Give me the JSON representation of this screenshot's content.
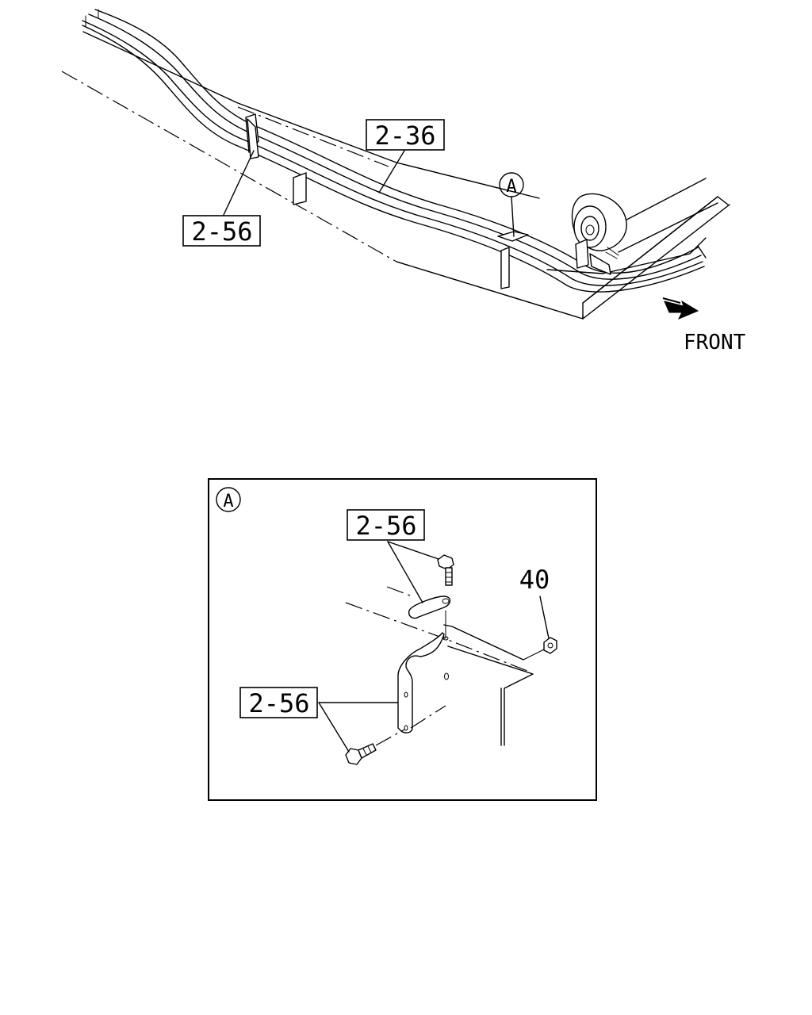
{
  "callouts": {
    "top_pipe": "2-36",
    "top_clip": "2-56",
    "circle_a": "A",
    "front": "FRONT"
  },
  "detail": {
    "circle_a": "A",
    "upper_callout": "2-56",
    "lower_callout": "2-56",
    "nut_callout": "40"
  }
}
